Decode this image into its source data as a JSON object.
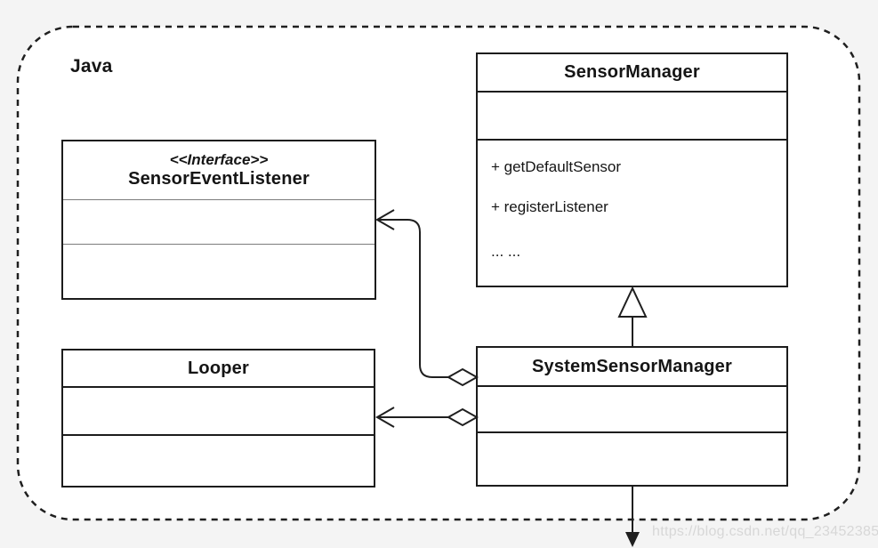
{
  "diagram": {
    "frame_label": "Java",
    "watermark": "https://blog.csdn.net/qq_23452385",
    "colors": {
      "page_background": "#f4f4f4",
      "frame_background": "#ffffff",
      "line": "#1f1f1f",
      "watermark_text": "#d7d7d7"
    },
    "classes": {
      "sensor_manager": {
        "name": "SensorManager",
        "methods": [
          "+ getDefaultSensor",
          "+ registerListener",
          "... ..."
        ]
      },
      "sensor_event_listener": {
        "stereotype": "<<Interface>>",
        "name": "SensorEventListener"
      },
      "looper": {
        "name": "Looper"
      },
      "system_sensor_manager": {
        "name": "SystemSensorManager"
      }
    },
    "relationships": [
      {
        "type": "generalization",
        "from": "SystemSensorManager",
        "to": "SensorManager",
        "marker": "hollow-triangle"
      },
      {
        "type": "aggregation",
        "from": "SystemSensorManager",
        "to": "SensorEventListener",
        "marker": "hollow-diamond-open-arrow"
      },
      {
        "type": "aggregation",
        "from": "SystemSensorManager",
        "to": "Looper",
        "marker": "hollow-diamond-open-arrow"
      },
      {
        "type": "association",
        "from": "SystemSensorManager",
        "to": "bottom-outside-frame",
        "marker": "filled-arrow"
      }
    ]
  }
}
